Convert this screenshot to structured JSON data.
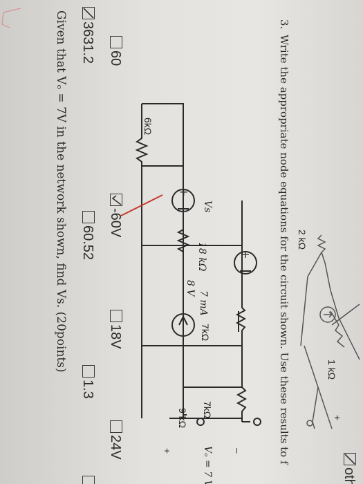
{
  "top_choices": [
    "3631.2",
    "60.52",
    "1.3"
  ],
  "question": "Given that Vₒ = 7V in the network shown, find Vs. (20points)",
  "choices_row": [
    "60",
    "-60V",
    "18V",
    "24V",
    "oth"
  ],
  "circuit": {
    "source_vs": "Vs",
    "source_8v": "8 V",
    "r_6k": "6kΩ",
    "r_18k": "18 kΩ",
    "r_7k_top": "7kΩ",
    "i_7ma": "7 mA",
    "r_9k": "9 kΩ",
    "r_7k_out": "7kΩ",
    "vo_label": "Vₒ = 7 V",
    "plus": "+",
    "minus": "–"
  },
  "question3_number": "3.",
  "question3": "Write the appropriate node equations for the circuit shown. Use these results to f",
  "circuit3": {
    "r_2k": "2 kΩ",
    "r_1k": "1 kΩ",
    "plus": "+"
  },
  "ink_color": "#c0392b"
}
